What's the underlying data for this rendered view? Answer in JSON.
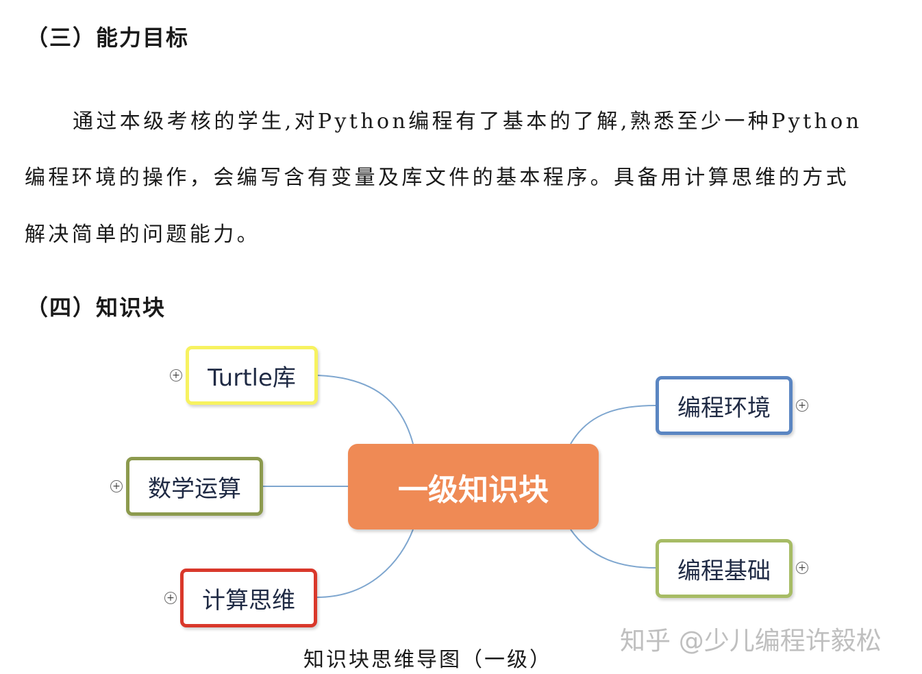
{
  "section_ability": {
    "heading": "（三）能力目标",
    "paragraph_lines": [
      "通过本级考核的学生,对Python编程有了基本的了解,熟悉至少一种Python",
      "编程环境的操作，会编写含有变量及库文件的基本程序。具备用计算思维的方式",
      "解决简单的问题能力。"
    ]
  },
  "section_knowledge": {
    "heading": "（四）知识块"
  },
  "mindmap": {
    "center": "一级知识块",
    "nodes": {
      "turtle": "Turtle库",
      "env": "编程环境",
      "math": "数学运算",
      "base": "编程基础",
      "think": "计算思维"
    },
    "expand_symbol": "+",
    "connector_color": "#7ea6cf",
    "center_color": "#ef8a55",
    "border_colors": {
      "turtle": "#f7f260",
      "env": "#5b86c2",
      "math": "#8c9a4e",
      "base": "#a7bc65",
      "think": "#d9382b"
    }
  },
  "caption": "知识块思维导图（一级）",
  "watermark": "知乎 @少儿编程许毅松"
}
